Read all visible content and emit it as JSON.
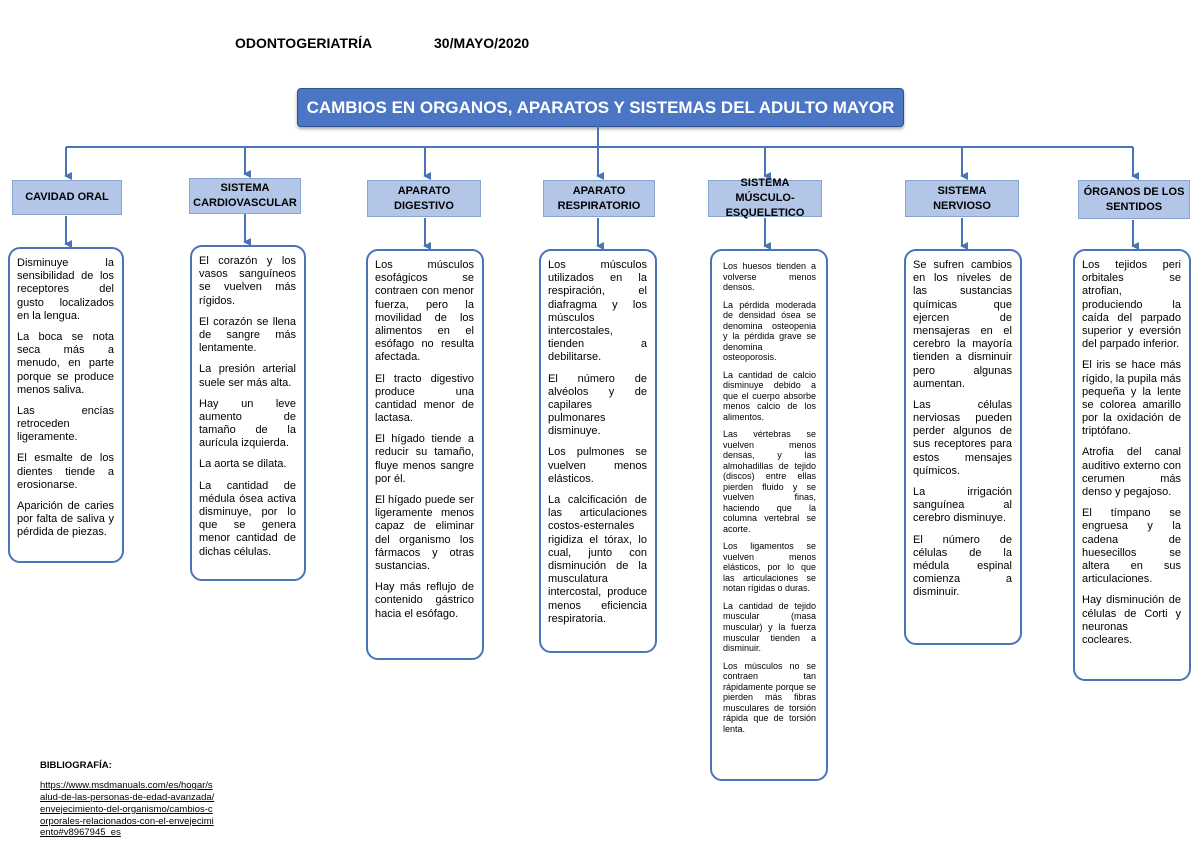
{
  "header": {
    "subject": "ODONTOGERIATRÍA",
    "date": "30/MAYO/2020"
  },
  "title": "CAMBIOS EN ORGANOS, APARATOS Y SISTEMAS DEL ADULTO MAYOR",
  "categories": [
    {
      "label": "CAVIDAD ORAL",
      "items": [
        "Disminuye la sensibilidad de los receptores del gusto localizados en la lengua.",
        "La boca se nota seca más a menudo, en parte porque se produce menos saliva.",
        "Las encías retroceden ligeramente.",
        "El esmalte de los dientes tiende a erosionarse.",
        "Aparición de caries por falta de saliva y pérdida de piezas."
      ]
    },
    {
      "label": "SISTEMA CARDIOVASCULAR",
      "items": [
        "El corazón y los vasos sanguíneos se vuelven más rígidos.",
        "El corazón se llena de sangre más lentamente.",
        "La presión arterial suele ser más alta.",
        "Hay un leve aumento de tamaño de la aurícula izquierda.",
        "La aorta se dilata.",
        "La cantidad de médula ósea activa disminuye, por lo que se genera menor cantidad de dichas células."
      ]
    },
    {
      "label": "APARATO DIGESTIVO",
      "items": [
        "Los músculos esofágicos se contraen con menor fuerza, pero la movilidad de los alimentos en el esófago no resulta afectada.",
        "El tracto digestivo produce una cantidad menor de lactasa.",
        "El hígado tiende a reducir su tamaño, fluye menos sangre por él.",
        "El hígado puede ser ligeramente menos capaz de eliminar del organismo los fármacos y otras sustancias.",
        "Hay más reflujo de contenido gástrico hacia el esófago."
      ]
    },
    {
      "label": "APARATO RESPIRATORIO",
      "items": [
        "Los músculos utilizados en la respiración, el diafragma y los músculos intercostales, tienden a debilitarse.",
        "El número de alvéolos y de capilares pulmonares disminuye.",
        "Los pulmones se vuelven menos elásticos.",
        "La calcificación de las articulaciones costos-esternales rigidiza el tórax, lo cual, junto con disminución de la musculatura intercostal, produce menos eficiencia respiratoria."
      ]
    },
    {
      "label": "SISTEMA MÚSCULO-ESQUELETICO",
      "items": [
        "Los huesos tienden a volverse menos densos.",
        "La pérdida moderada de densidad ósea se denomina osteopenia y la pérdida grave se denomina osteoporosis.",
        "La cantidad de calcio disminuye debido a que el cuerpo absorbe menos calcio de los alimentos.",
        "Las vértebras se vuelven menos densas, y las almohadillas de tejido (discos) entre ellas pierden fluido y se vuelven finas, haciendo que la columna vertebral se acorte.",
        "Los ligamentos se vuelven menos elásticos, por lo que las articulaciones se notan rígidas o duras.",
        "La cantidad de tejido muscular (masa muscular) y la fuerza muscular tienden a disminuir.",
        "Los músculos no se contraen tan rápidamente porque se pierden más fibras musculares de torsión rápida que de torsión lenta."
      ]
    },
    {
      "label": "SISTEMA NERVIOSO",
      "items": [
        "Se sufren cambios en los niveles de las sustancias químicas que ejercen de mensajeras en el cerebro la mayoría tienden a disminuir pero algunas aumentan.",
        "Las células nerviosas pueden perder algunos de sus receptores para estos mensajes químicos.",
        "La irrigación sanguínea al cerebro disminuye.",
        "El número de células de la médula espinal comienza a disminuir."
      ]
    },
    {
      "label": "ÓRGANOS DE LOS SENTIDOS",
      "items": [
        "Los tejidos peri orbitales se atrofian, produciendo la caída del parpado superior y eversión del parpado inferior.",
        "El iris se hace más rígido, la pupila más pequeña y la lente se colorea amarillo por la oxidación de triptófano.",
        "Atrofia del canal auditivo externo con cerumen más denso y pegajoso.",
        "El tímpano se engruesa y la cadena de huesecillos se altera en sus articulaciones.",
        "Hay disminución de células de Corti y neuronas cocleares."
      ]
    }
  ],
  "bibliography": {
    "label": "BIBLIOGRAFÍA:",
    "url": "https://www.msdmanuals.com/es/hogar/salud-de-las-personas-de-edad-avanzada/envejecimiento-del-organismo/cambios-corporales-relacionados-con-el-envejecimiento#v8967945_es"
  }
}
